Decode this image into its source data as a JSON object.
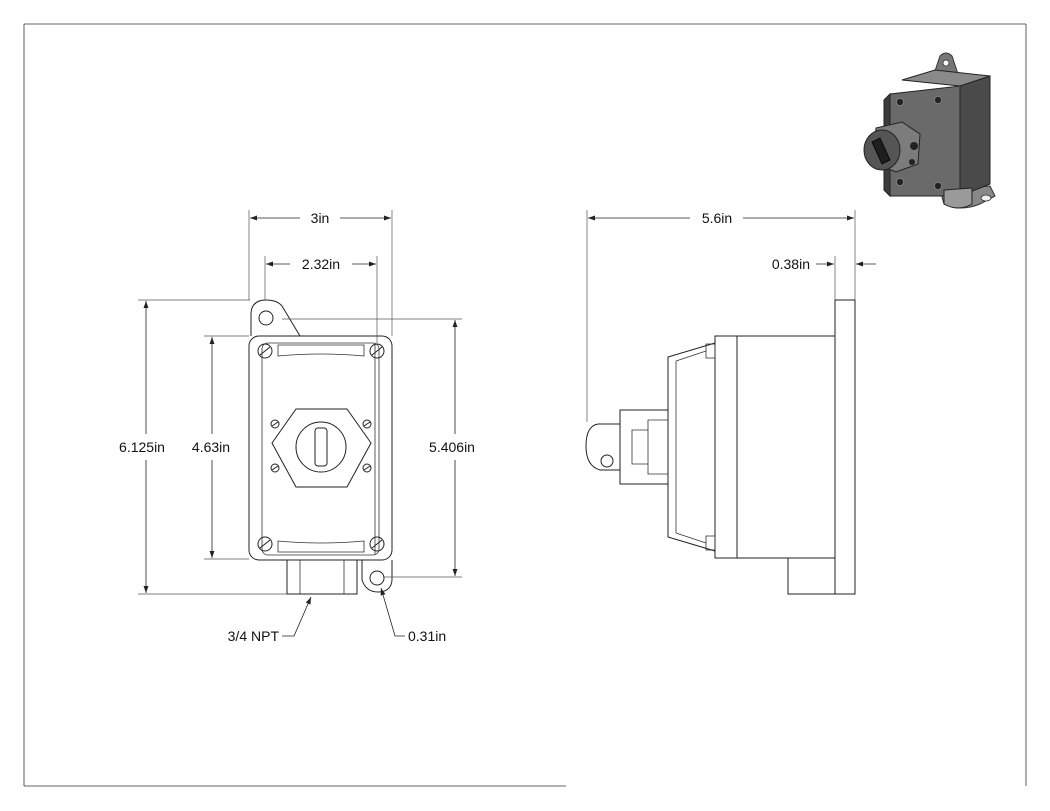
{
  "dimensions": {
    "width_3in": "3in",
    "width_2_32in": "2.32in",
    "height_6_125in": "6.125in",
    "height_4_63in": "4.63in",
    "height_5_406in": "5.406in",
    "npt": "3/4 NPT",
    "hole_0_31in": "0.31in",
    "depth_5_6in": "5.6in",
    "flange_0_38in": "0.38in"
  },
  "colors": {
    "line": "#222222",
    "render_body": "#5a5a5a",
    "render_dark": "#2e2e2e",
    "render_light": "#9a9a9a"
  }
}
